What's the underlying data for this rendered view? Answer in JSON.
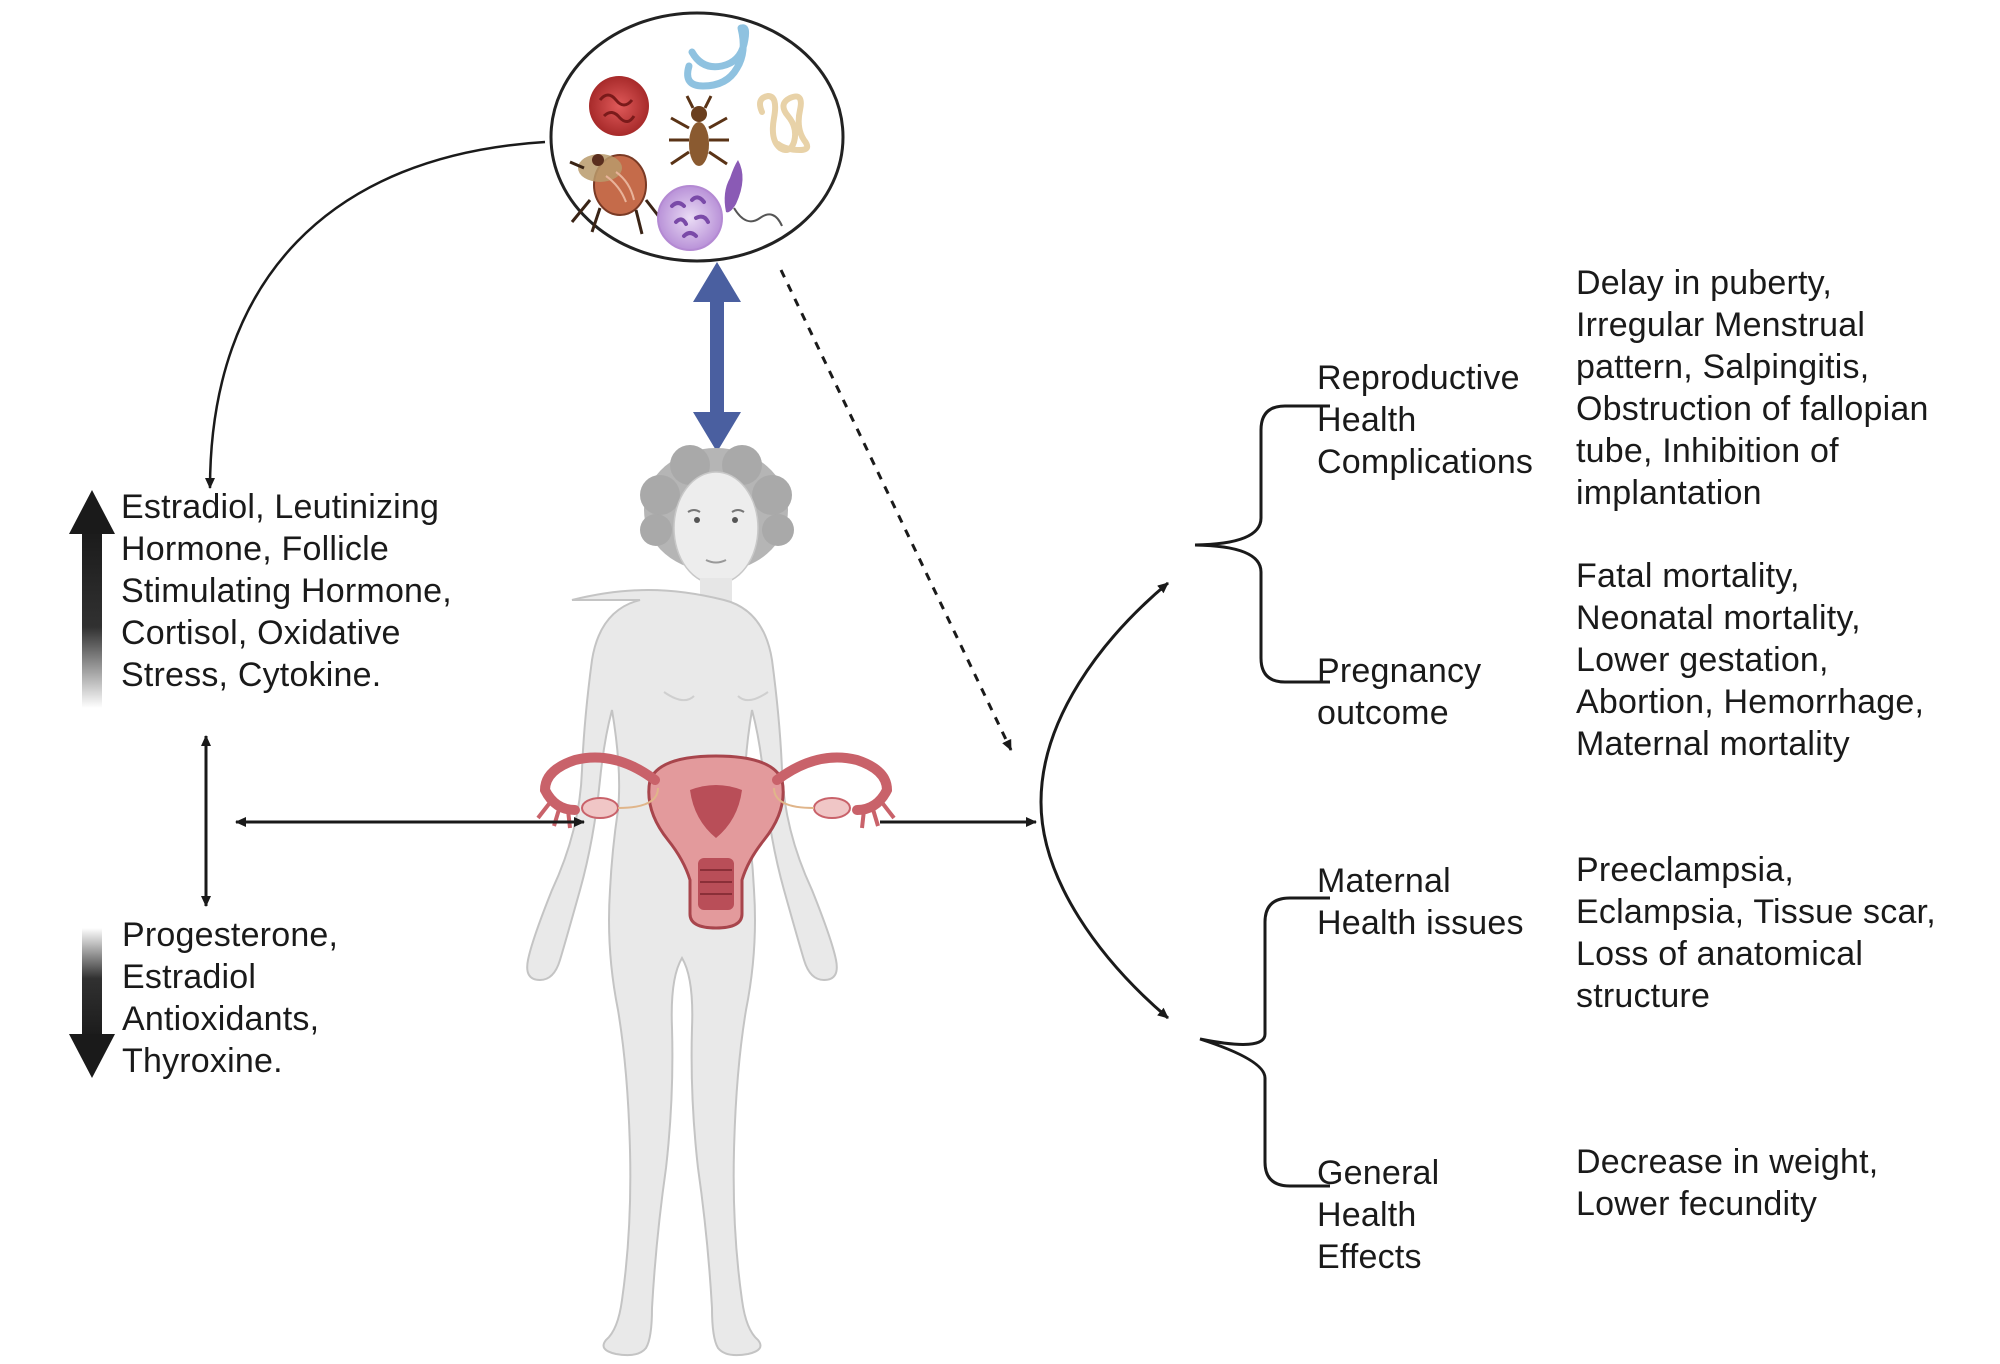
{
  "left": {
    "increased_label": "Estradiol, Leutinizing\nHormone, Follicle\nStimulating Hormone,\nCortisol, Oxidative\nStress, Cytokine.",
    "decreased_label": "Progesterone,\nEstradiol\nAntioxidants,\nThyroxine."
  },
  "outcomes": [
    {
      "heading": "Reproductive\nHealth\nComplications",
      "details": "Delay in puberty,\nIrregular Menstrual\npattern, Salpingitis,\nObstruction of fallopian\ntube, Inhibition of\nimplantation"
    },
    {
      "heading": "Pregnancy\noutcome",
      "details": "Fatal mortality,\nNeonatal mortality,\nLower gestation,\nAbortion, Hemorrhage,\nMaternal mortality"
    },
    {
      "heading": "Maternal\nHealth issues",
      "details": "Preeclampsia,\nEclampsia, Tissue scar,\nLoss of anatomical\nstructure"
    },
    {
      "heading": "General\nHealth\nEffects",
      "details": "Decrease in weight,\nLower fecundity"
    }
  ],
  "colors": {
    "blue_arrow": "#4a5fa0",
    "uterus": "#c9626a",
    "body": "#e8e8e8"
  }
}
